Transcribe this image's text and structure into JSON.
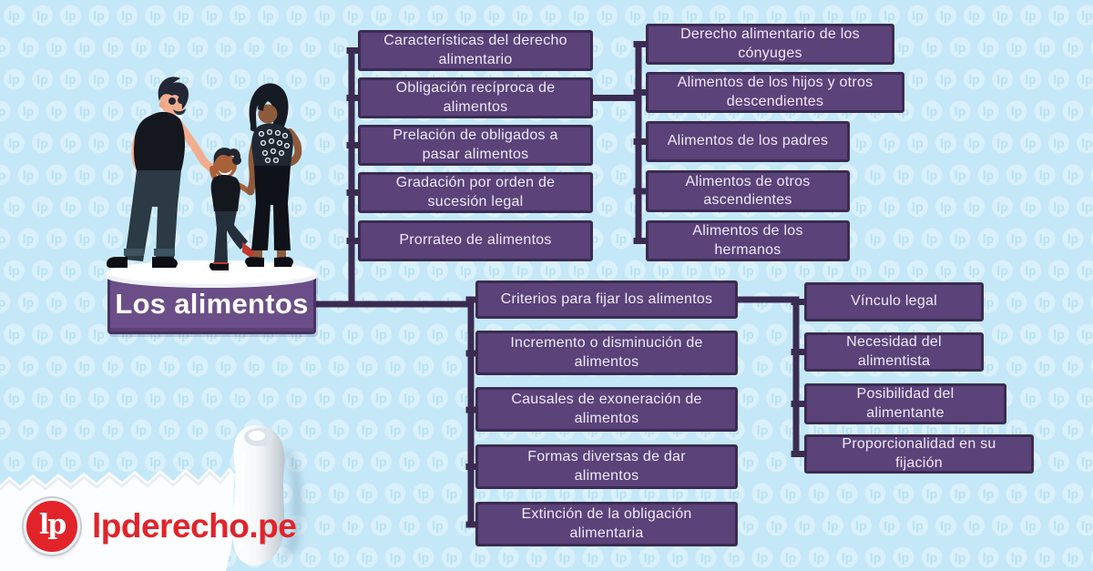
{
  "title": "Los alimentos — mapa conceptual",
  "brand": {
    "logo_text": "lp",
    "site": "lpderecho.pe",
    "red": "#e2232a"
  },
  "colors": {
    "background": "#c4e8f8",
    "pattern_circle": "#daf0fb",
    "pattern_glyph": "#b5e2f5",
    "node_fill": "#5b4279",
    "node_border": "#3b2b52",
    "connector": "#3b2b52",
    "root_fill": "#6b4e87",
    "node_text": "#efe9f6"
  },
  "pattern_glyph": "lp",
  "illustration": "family-holding-hands",
  "mindmap": {
    "root": "Los alimentos",
    "columns": {
      "main_top": [
        "Características del derecho\nalimentario",
        "Obligación recíproca de\nalimentos",
        "Prelación de obligados a\npasar alimentos",
        "Gradación por orden de\nsucesión legal",
        "Prorrateo de alimentos"
      ],
      "sub_top_right": [
        "Derecho alimentario de los\ncónyuges",
        "Alimentos de los hijos y otros\ndescendientes",
        "Alimentos de los padres",
        "Alimentos de otros\nascendientes",
        "Alimentos de los\nhermanos"
      ],
      "main_bottom": [
        "Criterios para fijar los alimentos",
        "Incremento o disminución de\nalimentos",
        "Causales de exoneración de\nalimentos",
        "Formas diversas de dar\nalimentos",
        "Extinción de la obligación\nalimentaria"
      ],
      "sub_bottom_right": [
        "Vínculo legal",
        "Necesidad del\nalimentista",
        "Posibilidad del\nalimentante",
        "Proporcionalidad en su\nfijación"
      ]
    }
  }
}
